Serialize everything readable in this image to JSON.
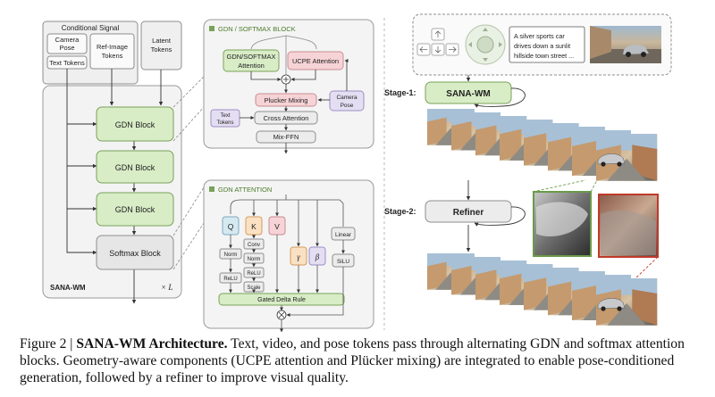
{
  "left_panel": {
    "conditional_signal": "Conditional Signal",
    "camera_pose": [
      "Camera",
      "Pose"
    ],
    "text_tokens": "Text Tokens",
    "ref_image_tokens": [
      "Ref-Image",
      "Tokens"
    ],
    "latent_tokens": [
      "Latent",
      "Tokens"
    ],
    "gdn_block": "GDN Block",
    "softmax_block": "Softmax Block",
    "model_name": "SANA-WM",
    "repeat": "× L"
  },
  "gdn_softmax_panel": {
    "title": "GDN / SOFTMAX BLOCK",
    "gdn_softmax_attention": [
      "GDN/SOFTMAX",
      "Attention"
    ],
    "ucpe_attention": "UCPE Attention",
    "plucker_mixing": "Plucker Mixing",
    "camera_pose": [
      "Camera",
      "Pose"
    ],
    "text_tokens": [
      "Text",
      "Tokens"
    ],
    "cross_attention": "Cross Attention",
    "mix_ffn": "Mix-FFN"
  },
  "gdn_attention_panel": {
    "title": "GDN ATTENTION",
    "q": "Q",
    "k": "K",
    "v": "V",
    "gamma": "γ",
    "beta": "β",
    "linear": "Linear",
    "silu": "SiLU",
    "conv": "Conv",
    "norm": "Norm",
    "relu": "ReLU",
    "scale": "Scale",
    "gated_delta_rule": "Gated Delta Rule"
  },
  "right_panel": {
    "prompt": [
      "A silver sports car",
      "drives down a sunlit",
      "hillside town street ..."
    ],
    "stage1_label": "Stage-1:",
    "stage1_box": "SANA-WM",
    "stage2_label": "Stage-2:",
    "stage2_box": "Refiner"
  },
  "caption": {
    "figure_label": "Figure 2 | ",
    "title": "SANA-WM Architecture.",
    "text": " Text, video, and pose tokens pass through alternating GDN and softmax attention blocks. Geometry-aware components (UCPE attention and Plücker mixing) are integrated to enable pose-conditioned generation, followed by a refiner to improve visual quality."
  },
  "colors": {
    "green_fill": "#d8ecc6",
    "green_stroke": "#7aa25a",
    "pink_fill": "#f6d3d6",
    "pink_stroke": "#c98d93",
    "purple_fill": "#e4def2",
    "purple_stroke": "#9d8fc4",
    "orange_fill": "#fbe1c4",
    "orange_stroke": "#d49b5d",
    "blue_fill": "#d5e9f1",
    "blue_stroke": "#7fa9bd",
    "grey_fill": "#ececec",
    "panel_fill": "#f4f4f4"
  }
}
